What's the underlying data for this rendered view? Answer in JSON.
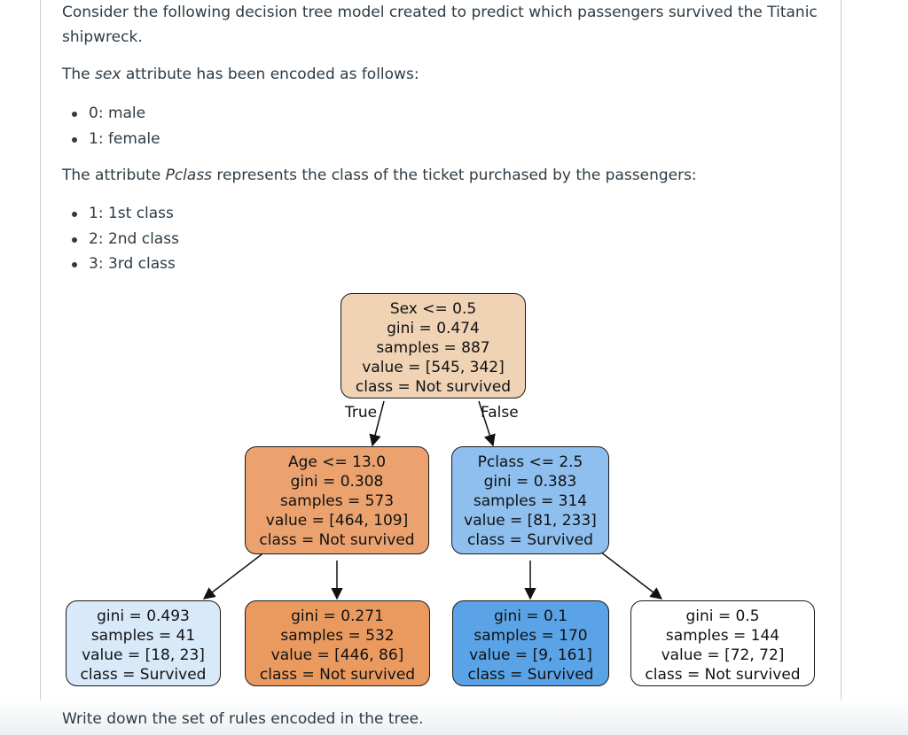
{
  "intro": {
    "line1": "Consider the following decision tree model created to predict which passengers survived the Titanic",
    "line2": "shipwreck."
  },
  "sex_encoding": {
    "before": "The ",
    "term": "sex",
    "after": " attribute has been encoded as follows:",
    "items": [
      "0: male",
      "1: female"
    ]
  },
  "pclass_encoding": {
    "before": "The attribute ",
    "term": "Pclass",
    "after": " represents the class of the ticket purchased by the passengers:",
    "items": [
      "1: 1st class",
      "2: 2nd class",
      "3: 3rd class"
    ]
  },
  "tree": {
    "root": {
      "split": "Sex <= 0.5",
      "gini": "gini = 0.474",
      "samples": "samples = 887",
      "value": "value = [545, 342]",
      "class": "class = Not survived",
      "fill": "#f0d2b5"
    },
    "left": {
      "split": "Age <= 13.0",
      "gini": "gini = 0.308",
      "samples": "samples = 573",
      "value": "value = [464, 109]",
      "class": "class = Not survived",
      "fill": "#eba26f"
    },
    "right": {
      "split": "Pclass <= 2.5",
      "gini": "gini = 0.383",
      "samples": "samples = 314",
      "value": "value = [81, 233]",
      "class": "class = Survived",
      "fill": "#8ebfee"
    },
    "leaf1": {
      "gini": "gini = 0.493",
      "samples": "samples = 41",
      "value": "value = [18, 23]",
      "class": "class = Survived",
      "fill": "#d8e9fa"
    },
    "leaf2": {
      "gini": "gini = 0.271",
      "samples": "samples = 532",
      "value": "value = [446, 86]",
      "class": "class = Not survived",
      "fill": "#ea9a5f"
    },
    "leaf3": {
      "gini": "gini = 0.1",
      "samples": "samples = 170",
      "value": "value = [9, 161]",
      "class": "class = Survived",
      "fill": "#5aa3e6"
    },
    "leaf4": {
      "gini": "gini = 0.5",
      "samples": "samples = 144",
      "value": "value = [72, 72]",
      "class": "class = Not survived",
      "fill": "#ffffff"
    },
    "true_label": "True",
    "false_label": "False"
  },
  "question": "Write down the set of rules encoded in the tree."
}
